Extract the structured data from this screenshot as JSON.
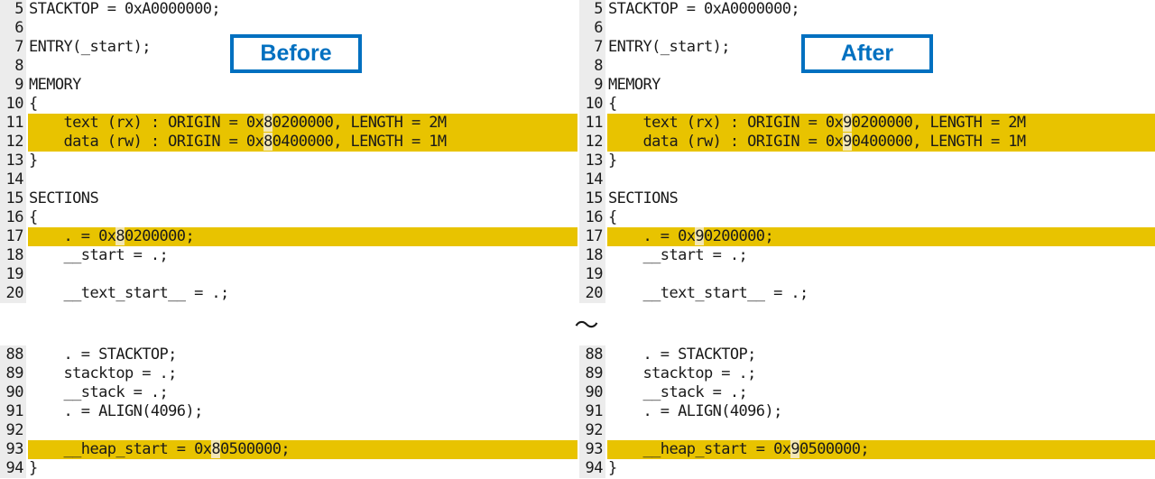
{
  "labels": {
    "before": "Before",
    "after": "After",
    "separator": "～"
  },
  "colors": {
    "highlight": "#e8c300",
    "digit_highlight": "#f2e6b4",
    "label_blue": "#0070c0",
    "gutter": "#ececec",
    "text": "#1a1a1a",
    "background": "#ffffff"
  },
  "panels": {
    "before_top": {
      "lines": [
        {
          "num": "5",
          "pre": "STACKTOP = 0xA0000000;",
          "hl": false
        },
        {
          "num": "6",
          "pre": "",
          "hl": false
        },
        {
          "num": "7",
          "pre": "ENTRY(_start);",
          "hl": false
        },
        {
          "num": "8",
          "pre": "",
          "hl": false
        },
        {
          "num": "9",
          "pre": "MEMORY",
          "hl": false
        },
        {
          "num": "10",
          "pre": "{",
          "hl": false
        },
        {
          "num": "11",
          "pre": "    text (rx) : ORIGIN = 0x",
          "mark": "8",
          "post": "0200000, LENGTH = 2M",
          "hl": true
        },
        {
          "num": "12",
          "pre": "    data (rw) : ORIGIN = 0x",
          "mark": "8",
          "post": "0400000, LENGTH = 1M",
          "hl": true
        },
        {
          "num": "13",
          "pre": "}",
          "hl": false
        },
        {
          "num": "14",
          "pre": "",
          "hl": false
        },
        {
          "num": "15",
          "pre": "SECTIONS",
          "hl": false
        },
        {
          "num": "16",
          "pre": "{",
          "hl": false
        },
        {
          "num": "17",
          "pre": "    . = 0x",
          "mark": "8",
          "post": "0200000;",
          "hl": true
        },
        {
          "num": "18",
          "pre": "    __start = .;",
          "hl": false
        },
        {
          "num": "19",
          "pre": "",
          "hl": false
        },
        {
          "num": "20",
          "pre": "    __text_start__ = .;",
          "hl": false
        }
      ]
    },
    "after_top": {
      "lines": [
        {
          "num": "5",
          "pre": "STACKTOP = 0xA0000000;",
          "hl": false
        },
        {
          "num": "6",
          "pre": "",
          "hl": false
        },
        {
          "num": "7",
          "pre": "ENTRY(_start);",
          "hl": false
        },
        {
          "num": "8",
          "pre": "",
          "hl": false
        },
        {
          "num": "9",
          "pre": "MEMORY",
          "hl": false
        },
        {
          "num": "10",
          "pre": "{",
          "hl": false
        },
        {
          "num": "11",
          "pre": "    text (rx) : ORIGIN = 0x",
          "mark": "9",
          "post": "0200000, LENGTH = 2M",
          "hl": true
        },
        {
          "num": "12",
          "pre": "    data (rw) : ORIGIN = 0x",
          "mark": "9",
          "post": "0400000, LENGTH = 1M",
          "hl": true
        },
        {
          "num": "13",
          "pre": "}",
          "hl": false
        },
        {
          "num": "14",
          "pre": "",
          "hl": false
        },
        {
          "num": "15",
          "pre": "SECTIONS",
          "hl": false
        },
        {
          "num": "16",
          "pre": "{",
          "hl": false
        },
        {
          "num": "17",
          "pre": "    . = 0x",
          "mark": "9",
          "post": "0200000;",
          "hl": true
        },
        {
          "num": "18",
          "pre": "    __start = .;",
          "hl": false
        },
        {
          "num": "19",
          "pre": "",
          "hl": false
        },
        {
          "num": "20",
          "pre": "    __text_start__ = .;",
          "hl": false
        }
      ]
    },
    "before_bottom": {
      "lines": [
        {
          "num": "88",
          "pre": "    . = STACKTOP;",
          "hl": false
        },
        {
          "num": "89",
          "pre": "    stacktop = .;",
          "hl": false
        },
        {
          "num": "90",
          "pre": "    __stack = .;",
          "hl": false
        },
        {
          "num": "91",
          "pre": "    . = ALIGN(4096);",
          "hl": false
        },
        {
          "num": "92",
          "pre": "",
          "hl": false
        },
        {
          "num": "93",
          "pre": "    __heap_start = 0x",
          "mark": "8",
          "post": "0500000;",
          "hl": true
        },
        {
          "num": "94",
          "pre": "}",
          "hl": false
        }
      ]
    },
    "after_bottom": {
      "lines": [
        {
          "num": "88",
          "pre": "    . = STACKTOP;",
          "hl": false
        },
        {
          "num": "89",
          "pre": "    stacktop = .;",
          "hl": false
        },
        {
          "num": "90",
          "pre": "    __stack = .;",
          "hl": false
        },
        {
          "num": "91",
          "pre": "    . = ALIGN(4096);",
          "hl": false
        },
        {
          "num": "92",
          "pre": "",
          "hl": false
        },
        {
          "num": "93",
          "pre": "    __heap_start = 0x",
          "mark": "9",
          "post": "0500000;",
          "hl": true
        },
        {
          "num": "94",
          "pre": "}",
          "hl": false
        }
      ]
    }
  }
}
